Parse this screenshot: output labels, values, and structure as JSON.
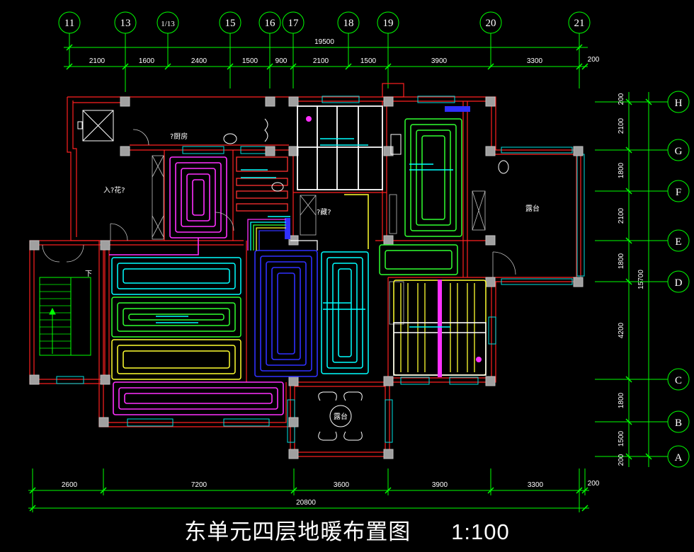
{
  "drawing": {
    "title": "东单元四层地暖布置图",
    "scale": "1:100"
  },
  "grid_top": [
    {
      "label": "11"
    },
    {
      "label": "13"
    },
    {
      "label": "1/13"
    },
    {
      "label": "15"
    },
    {
      "label": "16"
    },
    {
      "label": "17"
    },
    {
      "label": "18"
    },
    {
      "label": "19"
    },
    {
      "label": "20"
    },
    {
      "label": "21"
    }
  ],
  "grid_right": [
    {
      "label": "H"
    },
    {
      "label": "G"
    },
    {
      "label": "F"
    },
    {
      "label": "E"
    },
    {
      "label": "D"
    },
    {
      "label": "C"
    },
    {
      "label": "B"
    },
    {
      "label": "A"
    }
  ],
  "dims_top_total": "19500",
  "dims_top_segments": [
    "2100",
    "1600",
    "2400",
    "1500",
    "900",
    "2100",
    "1500",
    "3900",
    "3300",
    "200"
  ],
  "dims_bottom_total": "20800",
  "dims_bottom_segments": [
    "2600",
    "7200",
    "3600",
    "3900",
    "3300",
    "200"
  ],
  "dims_right_total": "15700",
  "dims_right_segments": [
    "200",
    "2100",
    "1800",
    "2100",
    "1800",
    "4200",
    "1800",
    "1500",
    "200"
  ],
  "rooms": {
    "kitchen": "?厨房",
    "entrance": "入?花?",
    "storage": "?藏?",
    "terrace_east": "露台",
    "terrace_south": "露台",
    "stair_down": "下"
  }
}
